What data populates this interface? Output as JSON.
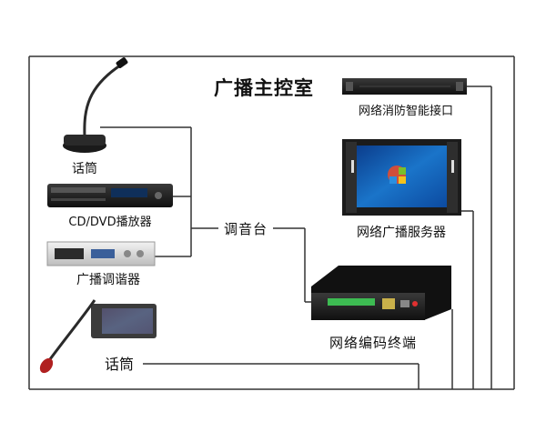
{
  "title": "广播主控室",
  "center_label": "调音台",
  "devices": {
    "mic_top": "话筒",
    "dvd_player": "CD/DVD播放器",
    "tuner": "广播调谐器",
    "mic_bottom": "话筒",
    "fire_interface": "网络消防智能接口",
    "server": "网络广播服务器",
    "encoder": "网络编码终端"
  },
  "icons": {
    "mic_top": "gooseneck-microphone-icon",
    "dvd_player": "dvd-player-icon",
    "tuner": "rack-tuner-icon",
    "mic_bottom": "handheld-microphone-with-screen-icon",
    "fire_interface": "rack-unit-icon",
    "server": "rack-monitor-server-icon",
    "encoder": "network-encoder-box-icon"
  },
  "colors": {
    "line": "#333333",
    "device_dark": "#1c1c1c",
    "screen_blue": "#1a74c9",
    "panel_silver": "#d8d8d8",
    "terminal_green": "#3dbb52"
  }
}
